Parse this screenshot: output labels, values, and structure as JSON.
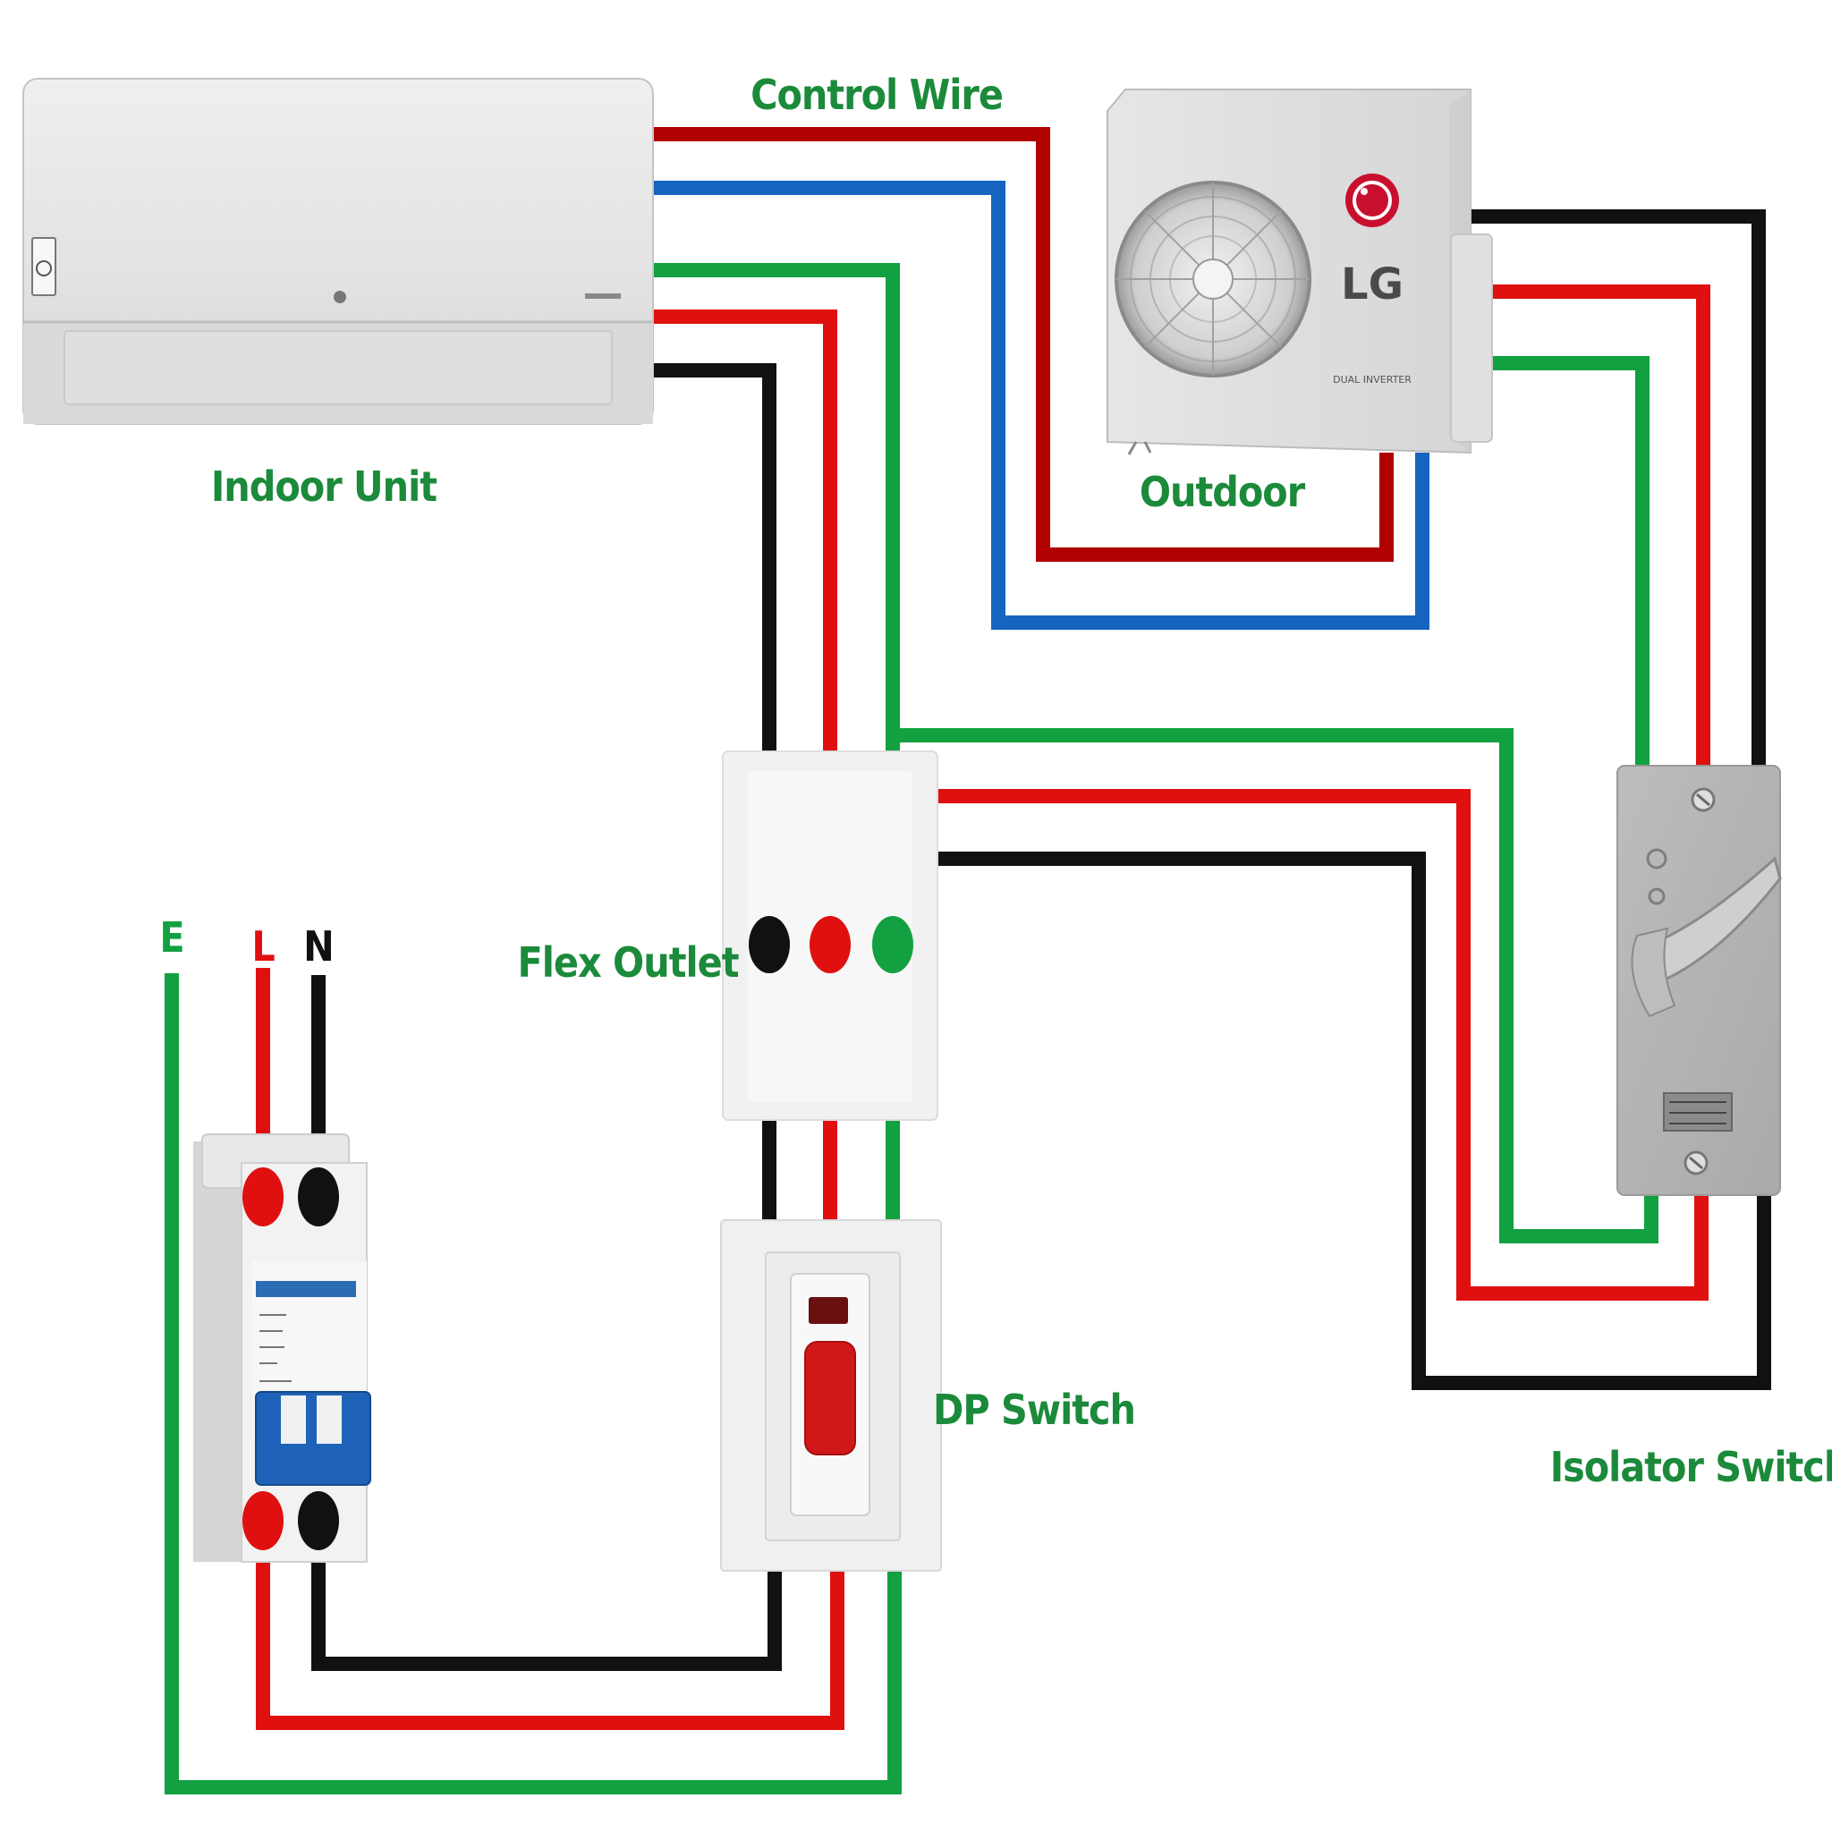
{
  "labels": {
    "control_wire": "Control Wire",
    "indoor_unit": "Indoor Unit",
    "outdoor": "Outdoor",
    "flex_outlet": "Flex Outlet",
    "dp_switch": "DP Switch",
    "isolator_switch": "Isolator Switch",
    "supply_e": "E",
    "supply_l": "L",
    "supply_n": "N"
  },
  "outdoor_brand": {
    "logo": "LG",
    "model": "DUAL INVERTER"
  },
  "colors": {
    "label_green": "#1b8a3a",
    "live_red": "#e01010",
    "dark_red": "#b00000",
    "neutral_black": "#111111",
    "earth_green": "#12a040",
    "control_blue": "#1565c0",
    "lg_red": "#c8102e"
  },
  "icons": [
    "lg-logo-icon",
    "fan-grille-icon",
    "mcb-breaker-icon",
    "switch-rocker-icon"
  ]
}
